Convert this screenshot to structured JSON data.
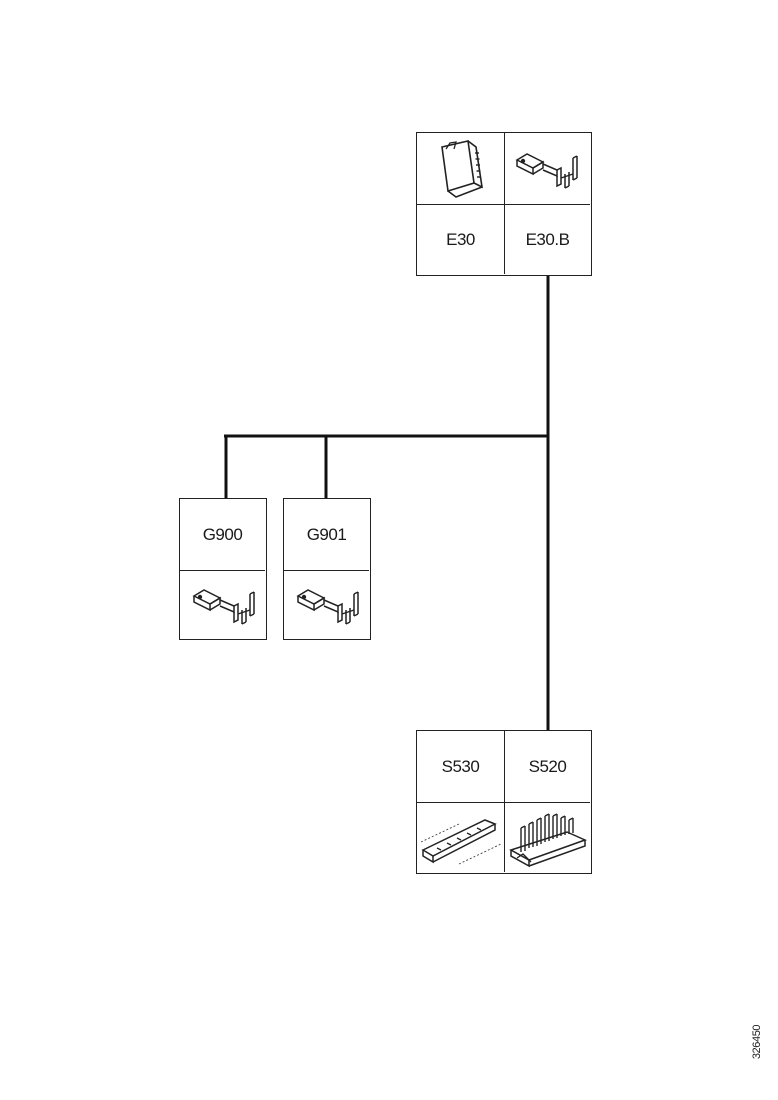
{
  "connectors": {
    "e30": {
      "label": "E30",
      "icon": "module-connector-icon"
    },
    "e30b": {
      "label": "E30.B",
      "icon": "terminal-pin-icon"
    },
    "g900": {
      "label": "G900",
      "icon": "terminal-pin-icon"
    },
    "g901": {
      "label": "G901",
      "icon": "terminal-pin-icon"
    },
    "s530": {
      "label": "S530",
      "icon": "terminal-strip-icon"
    },
    "s520": {
      "label": "S520",
      "icon": "multi-pin-block-icon"
    }
  },
  "reference_code": "326450",
  "colors": {
    "line": "#111111",
    "border": "#222222"
  }
}
